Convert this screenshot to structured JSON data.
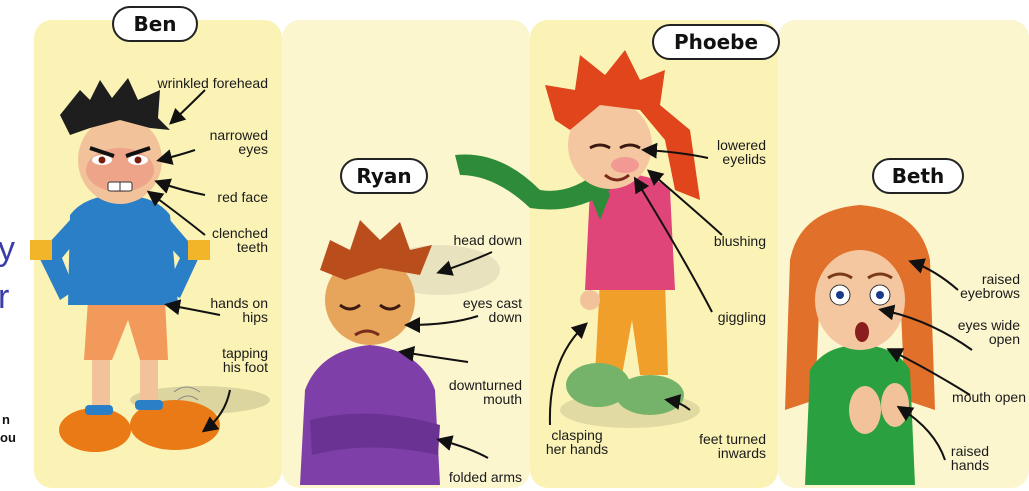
{
  "characters": [
    {
      "name": "Ben",
      "labels": [
        "wrinkled forehead",
        "narrowed\neyes",
        "red face",
        "clenched\nteeth",
        "hands on\nhips",
        "tapping\nhis foot"
      ]
    },
    {
      "name": "Ryan",
      "labels": [
        "head down",
        "eyes cast\ndown",
        "downturned\nmouth",
        "folded arms"
      ]
    },
    {
      "name": "Phoebe",
      "labels": [
        "lowered\neyelids",
        "blushing",
        "giggling",
        "clasping\nher hands",
        "feet turned\ninwards"
      ]
    },
    {
      "name": "Beth",
      "labels": [
        "raised\neyebrows",
        "eyes wide\nopen",
        "mouth open",
        "raised\nhands"
      ]
    }
  ],
  "edge_fragments": {
    "big1": "y",
    "big2": "r",
    "small1": "n",
    "small2": "ou"
  }
}
